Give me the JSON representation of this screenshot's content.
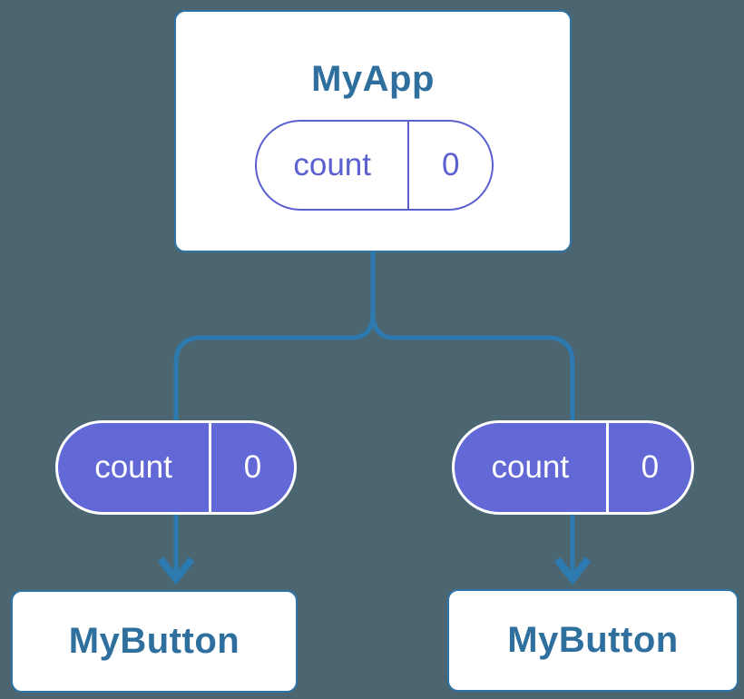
{
  "colors": {
    "background": "#4b6571",
    "connector": "#2d7ab1",
    "card_border": "#2e74a7",
    "card_bg": "#ffffff",
    "heading_text": "#2e6f9e",
    "purple_outline": "#5a60d0",
    "purple_fill": "#6269d6",
    "pill_text_on_fill": "#ffffff"
  },
  "diagram": {
    "root": {
      "title": "MyApp",
      "state_pill": {
        "name": "count",
        "value": "0"
      }
    },
    "children": [
      {
        "title": "MyButton",
        "prop_pill": {
          "name": "count",
          "value": "0"
        }
      },
      {
        "title": "MyButton",
        "prop_pill": {
          "name": "count",
          "value": "0"
        }
      }
    ]
  }
}
